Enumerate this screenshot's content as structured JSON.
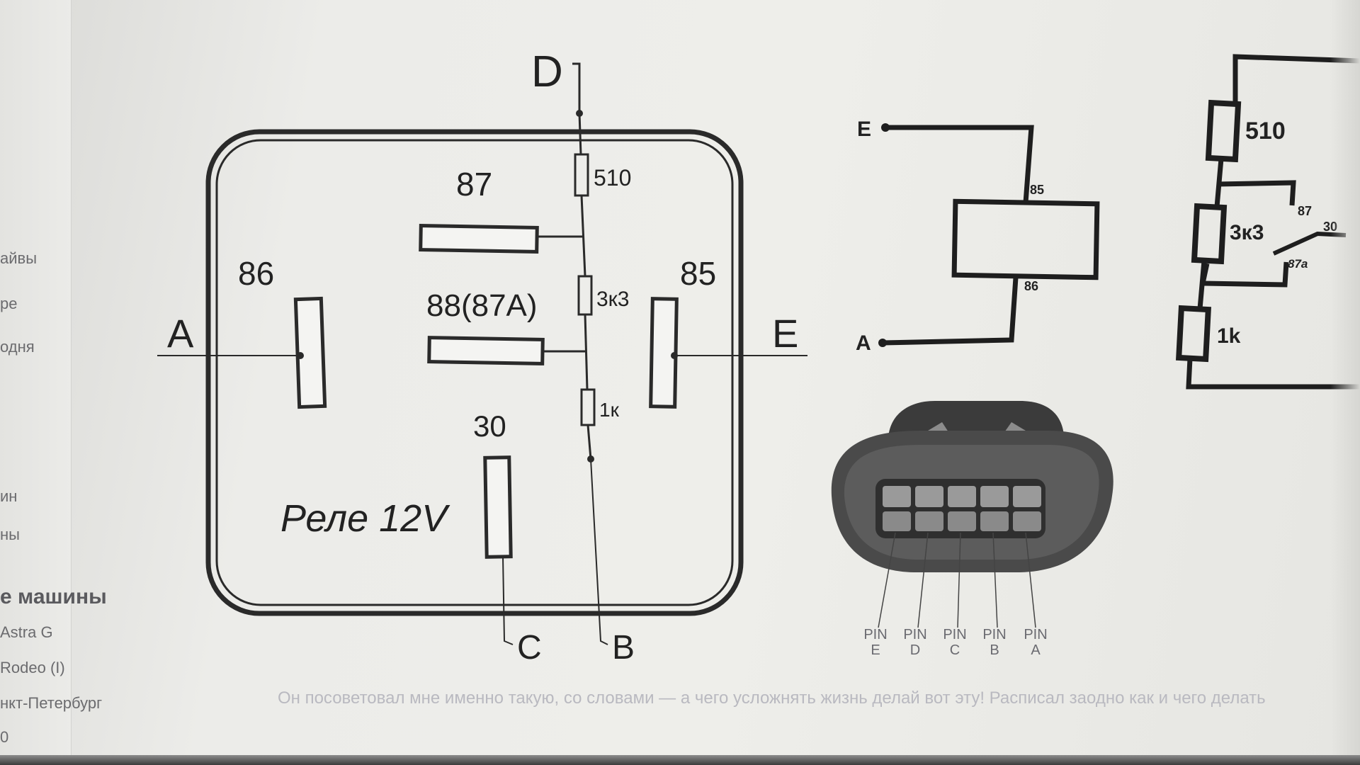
{
  "sidebar": {
    "items": [
      {
        "label": "айвы"
      },
      {
        "label": "ре"
      },
      {
        "label": "одня"
      },
      {
        "label": "ин"
      },
      {
        "label": "ны"
      }
    ],
    "section_title": "е машины",
    "cars": [
      {
        "label": "Astra G"
      },
      {
        "label": "Rodeo (I)"
      },
      {
        "label": "нкт-Петербург"
      },
      {
        "label": "0"
      }
    ]
  },
  "relay_diagram": {
    "top_terminal": "D",
    "left_terminal": "A",
    "right_terminal": "E",
    "bottom_terminal_c": "C",
    "bottom_terminal_b": "B",
    "pin_87": "87",
    "pin_88": "88(87A)",
    "pin_86": "86",
    "pin_85": "85",
    "pin_30": "30",
    "resistor_top": "510",
    "resistor_mid": "3к3",
    "resistor_bottom": "1к",
    "relay_label": "Реле 12V"
  },
  "coil_diagram": {
    "terminal_e": "E",
    "terminal_a": "A",
    "pin_top": "85",
    "pin_bottom": "86"
  },
  "ladder_diagram": {
    "r1": "510",
    "r2": "3к3",
    "r3": "1k",
    "contact_87": "87",
    "contact_30": "30",
    "contact_87a": "87a"
  },
  "connector": {
    "pins": [
      {
        "word": "PIN",
        "letter": "E"
      },
      {
        "word": "PIN",
        "letter": "D"
      },
      {
        "word": "PIN",
        "letter": "C"
      },
      {
        "word": "PIN",
        "letter": "B"
      },
      {
        "word": "PIN",
        "letter": "A"
      }
    ]
  },
  "caption": "Он посоветовал мне именно такую, со словами — а чего усложнять жизнь делай вот эту! Расписал заодно как и чего делать"
}
